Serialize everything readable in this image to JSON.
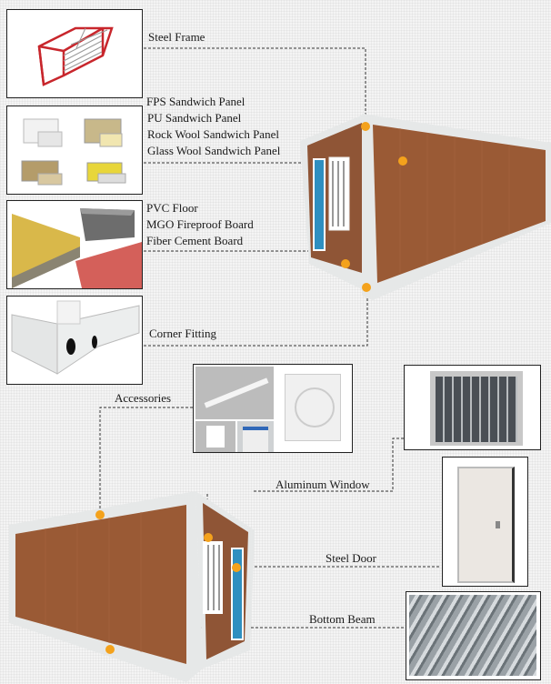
{
  "labels": {
    "steel_frame": "Steel Frame",
    "panels": [
      "FPS Sandwich Panel",
      "PU Sandwich Panel",
      "Rock Wool Sandwich Panel",
      "Glass Wool Sandwich Panel"
    ],
    "floors": [
      "PVC Floor",
      "MGO Fireproof Board",
      "Fiber Cement Board"
    ],
    "corner_fitting": "Corner Fitting",
    "accessories": "Accessories",
    "aluminum_window": "Aluminum Window",
    "steel_door": "Steel Door",
    "bottom_beam": "Bottom Beam"
  },
  "colors": {
    "marker": "#f4a21c",
    "frame_red": "#c8262c",
    "wood_panel": "#9a5a35",
    "door_blue": "#2f8fc0",
    "frame_white": "#e8eaea"
  }
}
